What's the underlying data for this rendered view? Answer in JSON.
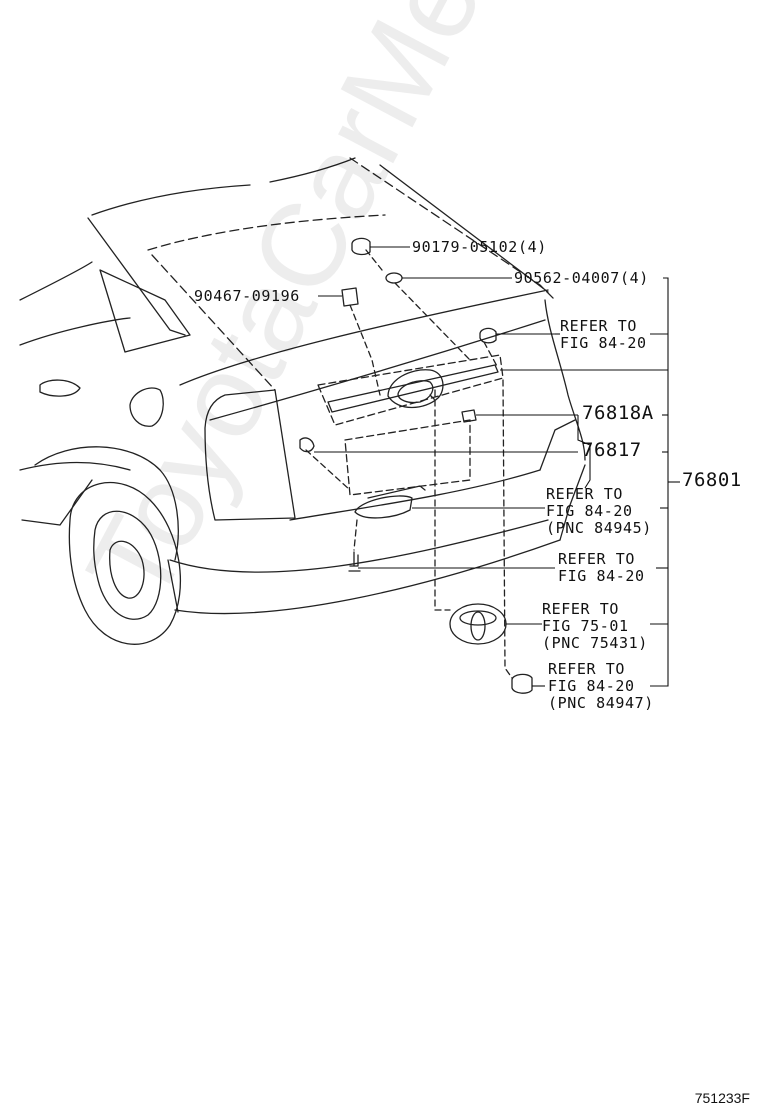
{
  "diagram": {
    "parts": {
      "p90179": "90179-05102(4)",
      "p90562": "90562-04007(4)",
      "p90467": "90467-09196",
      "p76818a": "76818A",
      "p76817": "76817",
      "p76801": "76801"
    },
    "callouts": {
      "c1": {
        "line1": "REFER TO",
        "line2": "FIG 84-20"
      },
      "c2": {
        "line1": "REFER TO",
        "line2": "FIG 84-20",
        "line3": "(PNC 84945)"
      },
      "c3": {
        "line1": "REFER TO",
        "line2": "FIG 84-20"
      },
      "c4": {
        "line1": "REFER TO",
        "line2": "FIG 75-01",
        "line3": "(PNC 75431)"
      },
      "c5": {
        "line1": "REFER TO",
        "line2": "FIG 84-20",
        "line3": "(PNC 84947)"
      }
    },
    "figure_id": "751233F",
    "watermark": "ToyotaCarMe.ru"
  }
}
